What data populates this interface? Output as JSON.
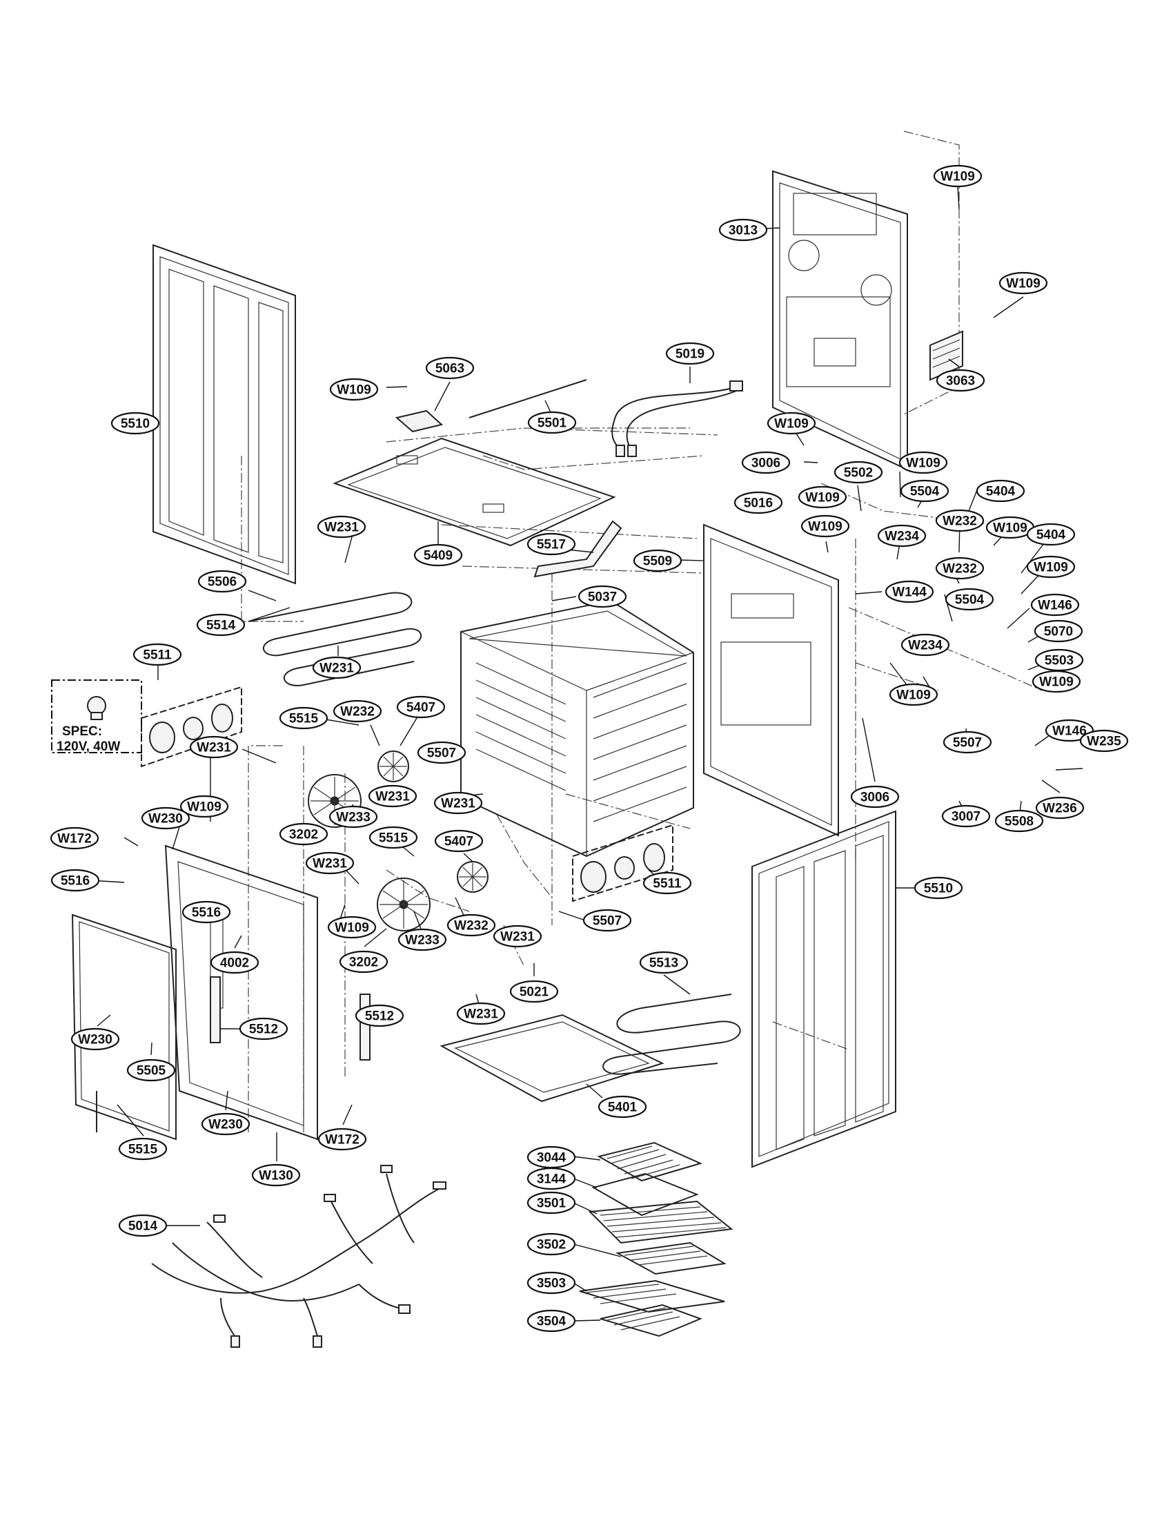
{
  "diagram": {
    "part_labels": [
      "W109",
      "3013",
      "W109",
      "3063",
      "5019",
      "W109",
      "5063",
      "5501",
      "5510",
      "W109",
      "3006",
      "W109",
      "W109",
      "5502",
      "5504",
      "5404",
      "5016",
      "5409",
      "W231",
      "5517",
      "5509",
      "W109",
      "W234",
      "W232",
      "W109",
      "5404",
      "W232",
      "W109",
      "5037",
      "W144",
      "5504",
      "W146",
      "5506",
      "5514",
      "5070",
      "W231",
      "5511",
      "W234",
      "5503",
      "W109",
      "W109",
      "5515",
      "W232",
      "5407",
      "5507",
      "W146",
      "W231",
      "5507",
      "3006",
      "W235",
      "W236",
      "W233",
      "W231",
      "W231",
      "3007",
      "5508",
      "3202",
      "W109",
      "W230",
      "5515",
      "5407",
      "W172",
      "5511",
      "5516",
      "W231",
      "5510",
      "5516",
      "W109",
      "W233",
      "W232",
      "5507",
      "4002",
      "3202",
      "W231",
      "5021",
      "5513",
      "5512",
      "5512",
      "W231",
      "W230",
      "5505",
      "5401",
      "W230",
      "W172",
      "5515",
      "3044",
      "W130",
      "3144",
      "3501",
      "5014",
      "3502",
      "3503",
      "3504"
    ],
    "spec": {
      "title": "SPEC:",
      "value": "120V, 40W"
    }
  }
}
